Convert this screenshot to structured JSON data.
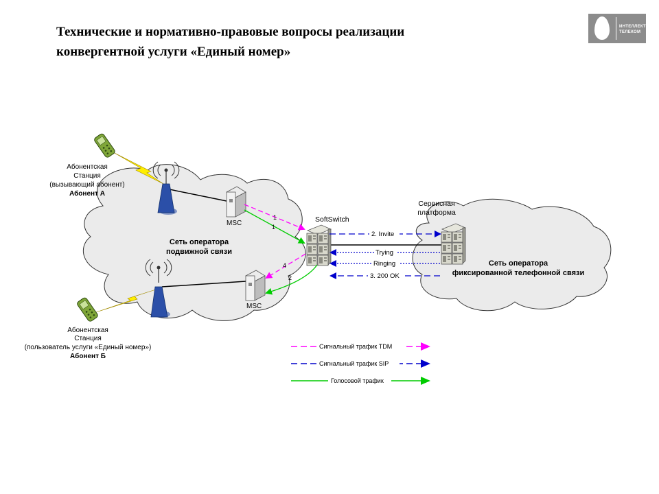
{
  "title": {
    "line1": "Технические и нормативно-правовые вопросы реализации",
    "line2": "конвергентной услуги «Единый номер»"
  },
  "logo": {
    "line1": "ИНТЕЛЛЕКТ",
    "line2": "ТЕЛЕКОМ",
    "icon": "egg-logo-icon"
  },
  "mobile_network": {
    "label_line1": "Сеть оператора",
    "label_line2": "подвижной связи"
  },
  "fixed_network": {
    "label_line1": "Сеть оператора",
    "label_line2": "фиксированной телефонной  связи"
  },
  "subscriber_a": {
    "line1": "Абонентская",
    "line2": "Станция",
    "line3": "(вызывающий абонент)",
    "line4": "Абонент А"
  },
  "subscriber_b": {
    "line1": "Абонентская",
    "line2": "Станция",
    "line3": "(пользователь услуги «Единый номер»)",
    "line4": "Абонент Б"
  },
  "msc_top": {
    "label": "MSC"
  },
  "msc_bottom": {
    "label": "MSC"
  },
  "softswitch": {
    "label": "SoftSwitch"
  },
  "service_platform": {
    "label_line1": "Сервисная",
    "label_line2": "платформа"
  },
  "messages": {
    "tdm_1": "1",
    "voice_1": "1",
    "tdm_4": "4",
    "voice_2": "2",
    "invite": "2. Invite",
    "trying": "Trying",
    "ringing": "Ringing",
    "ok": "3. 200 OK"
  },
  "legend": {
    "tdm": "Сигнальный трафик TDM",
    "sip": "Сигнальный трафик SIP",
    "voice": "Голосовой трафик"
  },
  "colors": {
    "tdm": "#ff00ff",
    "sip": "#0000cc",
    "voice": "#00cc00",
    "lightning": "#ffee00",
    "cloud": "#ebebeb",
    "tower": "#2b4fa8"
  }
}
